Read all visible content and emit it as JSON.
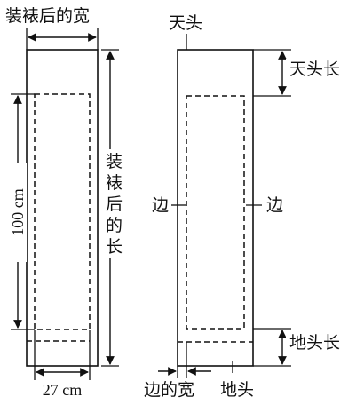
{
  "left_figure": {
    "width_label": "装裱后的宽",
    "length_label_chars": [
      "装",
      "裱",
      "后",
      "的",
      "长"
    ],
    "height_dimension": "100 cm",
    "width_dimension": "27 cm"
  },
  "right_figure": {
    "top_label": "天头",
    "left_side_label": "边",
    "right_side_label": "边",
    "top_margin_label": "天头长",
    "bottom_margin_label": "地头长",
    "edge_width_label": "边的宽",
    "bottom_label": "地头"
  }
}
